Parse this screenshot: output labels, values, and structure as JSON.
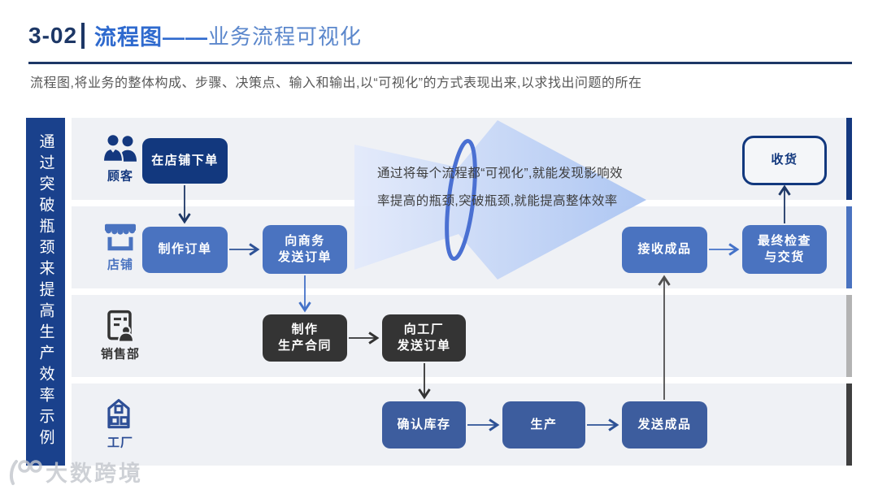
{
  "header": {
    "number": "3-02",
    "title_bold": "流程图——",
    "title_light": "业务流程可视化",
    "subtitle": "流程图,将业务的整体构成、步骤、决策点、输入和输出,以“可视化”的方式表现出来,以求找出问题的所在"
  },
  "sidebar": {
    "label": "通过突破瓶颈来提高生产效率示例"
  },
  "annotation": {
    "line1": "通过将每个流程都“可视化”,就能发现影响效",
    "line2": "率提高的瓶颈,突破瓶颈,就能提高整体效率"
  },
  "lanes": [
    {
      "id": "customer",
      "label": "顾客",
      "icon": "customers-icon",
      "accent_color": "#14387f"
    },
    {
      "id": "shop",
      "label": "店铺",
      "icon": "storefront-icon",
      "accent_color": "#4a73c0"
    },
    {
      "id": "sales",
      "label": "销售部",
      "icon": "sales-doc-icon",
      "accent_color": "#b3b3b3"
    },
    {
      "id": "factory",
      "label": "工厂",
      "icon": "factory-icon",
      "accent_color": "#3f3f3f"
    }
  ],
  "nodes": {
    "order": {
      "label": "在店铺下单",
      "lane": "顾客",
      "color": "#12387e"
    },
    "receive": {
      "label": "收货",
      "lane": "顾客",
      "color": "#f4f6f9"
    },
    "make_order": {
      "label": "制作订单",
      "lane": "店铺",
      "color": "#4a73c0"
    },
    "send_business": {
      "label": "向商务\n发送订单",
      "lane": "店铺",
      "color": "#4a73c0"
    },
    "receive_goods": {
      "label": "接收成品",
      "lane": "店铺",
      "color": "#4a73c0"
    },
    "final_check": {
      "label": "最终检查\n与交货",
      "lane": "店铺",
      "color": "#4a73c0"
    },
    "make_contract": {
      "label": "制作\n生产合同",
      "lane": "销售部",
      "color": "#343434"
    },
    "send_factory": {
      "label": "向工厂\n发送订单",
      "lane": "销售部",
      "color": "#343434"
    },
    "check_stock": {
      "label": "确认库存",
      "lane": "工厂",
      "color": "#3d5d9e"
    },
    "produce": {
      "label": "生产",
      "lane": "工厂",
      "color": "#3d5d9e"
    },
    "ship_goods": {
      "label": "发送成品",
      "lane": "工厂",
      "color": "#3d5d9e"
    }
  },
  "edges": [
    {
      "from": "在店铺下单",
      "to": "制作订单"
    },
    {
      "from": "制作订单",
      "to": "向商务发送订单"
    },
    {
      "from": "向商务发送订单",
      "to": "制作生产合同"
    },
    {
      "from": "制作生产合同",
      "to": "向工厂发送订单"
    },
    {
      "from": "向工厂发送订单",
      "to": "确认库存"
    },
    {
      "from": "确认库存",
      "to": "生产"
    },
    {
      "from": "生产",
      "to": "发送成品"
    },
    {
      "from": "发送成品",
      "to": "接收成品"
    },
    {
      "from": "接收成品",
      "to": "最终检查与交货"
    },
    {
      "from": "最终检查与交货",
      "to": "收货"
    }
  ],
  "palette": {
    "navy": "#12387e",
    "blue": "#4a73c0",
    "steel": "#3d5d9e",
    "dark": "#343434",
    "title_blue": "#2f6ace",
    "arrow_fill_light": "#e3eafb",
    "arrow_fill_deep": "#aac4f2",
    "ellipse_ring": "#4a70d2"
  },
  "watermark": {
    "logo": "100",
    "text": "大数跨境"
  }
}
